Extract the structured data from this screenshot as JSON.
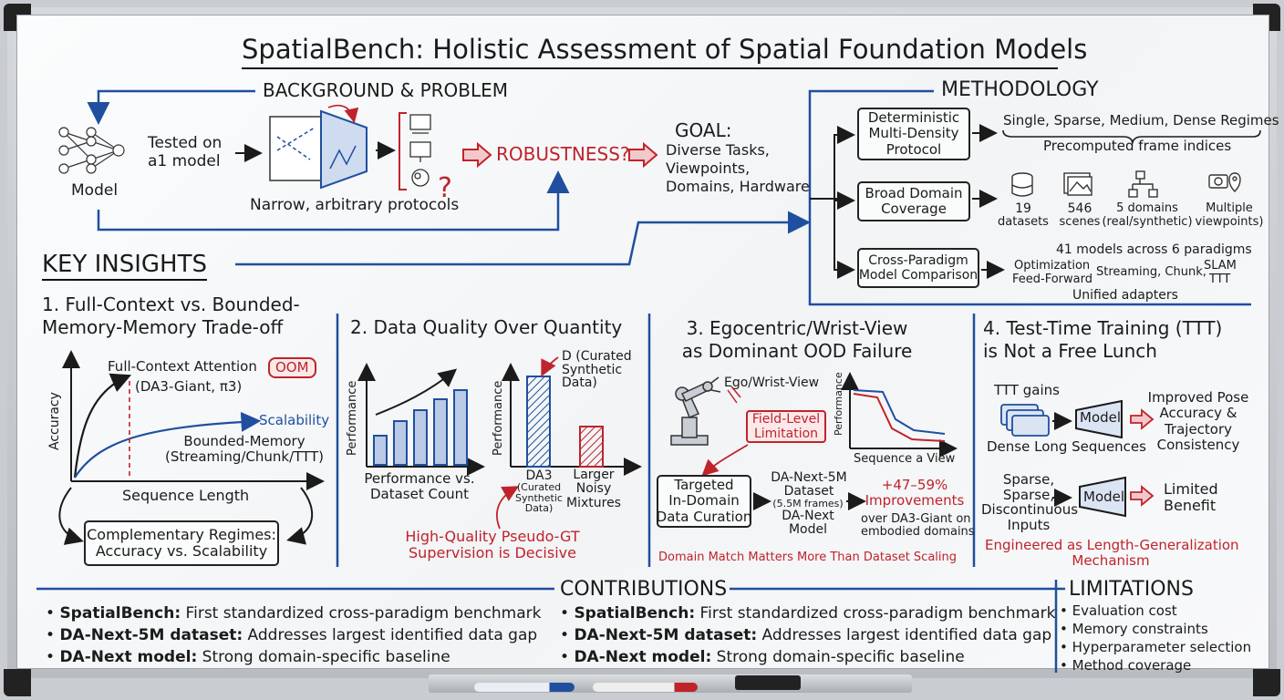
{
  "title": "SpatialBench: Holistic Assessment of Spatial Foundation Models",
  "background": {
    "heading": "BACKGROUND & PROBLEM",
    "model_label": "Model",
    "tested_on": "Tested on\na1 model",
    "protocols": "Narrow, arbitrary protocols",
    "robustness": "ROBUSTNESS?",
    "goal_heading": "GOAL:",
    "goal_text": "Diverse Tasks,\nViewpoints,\nDomains, Hardware"
  },
  "methodology": {
    "heading": "METHODOLOGY",
    "box1": "Deterministic\nMulti-Density\nProtocol",
    "regimes": "Single, Sparse, Medium, Dense Regimes",
    "frames": "Precomputed frame indices",
    "box2": "Broad Domain\nCoverage",
    "stats": [
      {
        "icon": "database-icon",
        "value": "19",
        "label": "datasets"
      },
      {
        "icon": "images-icon",
        "value": "546",
        "label": "scenes"
      },
      {
        "icon": "network-icon",
        "value": "5 domains",
        "label": "(real/synthetic)"
      },
      {
        "icon": "camera-location-icon",
        "value": "Multiple",
        "label": "viewpoints)"
      }
    ],
    "box3": "Cross-Paradigm\nModel Comparison",
    "models": "41 models across 6 paradigms",
    "paradigms": {
      "optimization": "Optimization",
      "feedforward": "Feed-Forward",
      "streaming": "Streaming, Chunk,",
      "slam": "SLAM",
      "ttt": "TTT"
    },
    "adapters": "Unified adapters"
  },
  "key_insights": {
    "heading": "KEY INSIGHTS",
    "i1": {
      "title": "1. Full-Context vs. Bounded-\nMemory-Memory Trade-off",
      "full_context": "Full-Context Attention",
      "oom": "OOM",
      "da3": "(DA3-Giant, π3)",
      "scalability": "Scalability",
      "bounded": "Bounded-Memory\n(Streaming/Chunk/TTT)",
      "ylabel": "Accuracy",
      "xlabel": "Sequence Length",
      "complementary": "Complementary Regimes:\nAccuracy vs. Scalability"
    },
    "i2": {
      "title": "2. Data Quality Over Quantity",
      "ylabel": "Performance",
      "caption": "Performance vs.\nDataset Count",
      "curated": "D (Curated\nSynthetic\nData)",
      "da3": "DA3",
      "da3_sub": "(Curated\nSynthetic\nData)",
      "larger": "Larger\nNoisy\nMixtures",
      "conclusion": "High-Quality Pseudo-GT\nSupervision is Decisive"
    },
    "i3": {
      "title": "3. Egocentric/Wrist-View\nas Dominant OOD Failure",
      "ego": "Ego/Wrist-View",
      "field": "Field-Level\nLimitation",
      "ylabel": "Performance",
      "xlabel": "Sequence a View",
      "targeted": "Targeted\nIn-Domain\nData Curation",
      "dataset": "DA-Next-5M\nDataset",
      "dataset_sub": "(5.5M frames)",
      "model": "DA-Next\nModel",
      "improve": "+47–59%\nImprovements",
      "over": "over DA3-Giant on\nembodied domains",
      "conclusion": "Domain Match Matters More Than Dataset Scaling"
    },
    "i4": {
      "title": "4. Test-Time Training (TTT)\nis Not a Free Lunch",
      "ttt_gains": "TTT gains",
      "model": "Model",
      "dense": "Dense Long Sequences",
      "improved": "Improved Pose\nAccuracy &\nTrajectory\nConsistency",
      "sparse": "Sparse,\nSparse,\nDiscontinuous\nInputs",
      "limited": "Limited\nBenefit",
      "conclusion": "Engineered as Length-Generalization\nMechanism"
    }
  },
  "contributions": {
    "heading": "CONTRIBUTIONS",
    "items": [
      {
        "bold": "SpatialBench:",
        "text": " First standardized cross-paradigm benchmark"
      },
      {
        "bold": "DA-Next-5M dataset:",
        "text": " Addresses largest identified data gap"
      },
      {
        "bold": "DA-Next model:",
        "text": " Strong domain-specific baseline"
      }
    ]
  },
  "limitations": {
    "heading": "LIMITATIONS",
    "items": [
      "Evaluation cost",
      "Memory constraints",
      "Hyperparameter selection",
      "Method coverage"
    ]
  },
  "colors": {
    "red": "#c0232b",
    "blue": "#1f4f9e",
    "ink": "#1b1b1b"
  }
}
